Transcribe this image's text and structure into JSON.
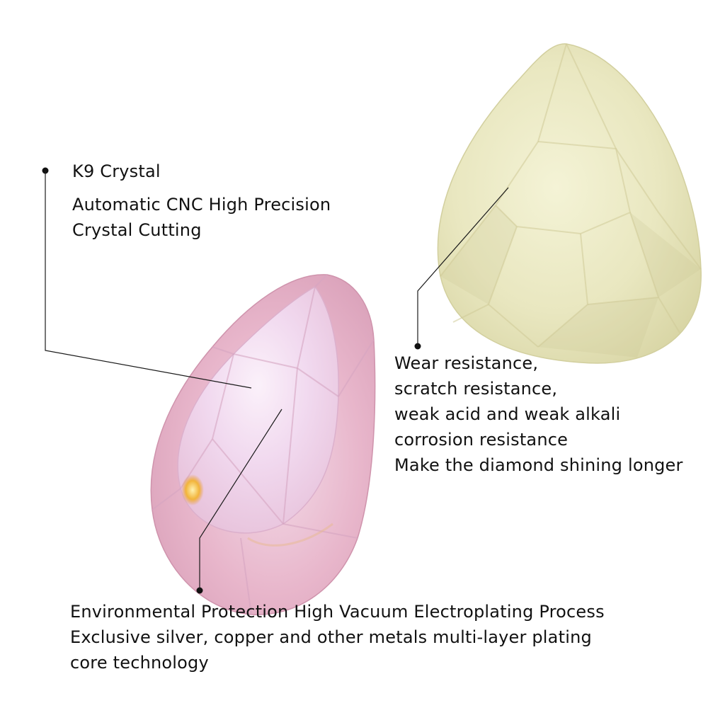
{
  "annotations": {
    "k9": {
      "title": "K9 Crystal"
    },
    "cnc": {
      "lines": [
        "Automatic CNC High Precision",
        "Crystal Cutting"
      ]
    },
    "resistance": {
      "lines": [
        "Wear resistance,",
        "scratch resistance,",
        "weak acid and weak alkali",
        "corrosion resistance",
        "Make the diamond shining longer"
      ]
    },
    "plating": {
      "lines": [
        "Environmental Protection High Vacuum Electroplating Process",
        "Exclusive silver, copper and other metals multi-layer plating",
        "core technology"
      ]
    }
  },
  "colors": {
    "background": "#ffffff",
    "text": "#111111",
    "leader_line": "#1a1a1a",
    "front_crystal": "#e9b8cc",
    "front_crystal_highlight": "#f6e8f4",
    "front_crystal_glint": "#f2b43a",
    "back_crystal": "#ecebc6",
    "back_crystal_shadow": "#cfcc9c"
  }
}
